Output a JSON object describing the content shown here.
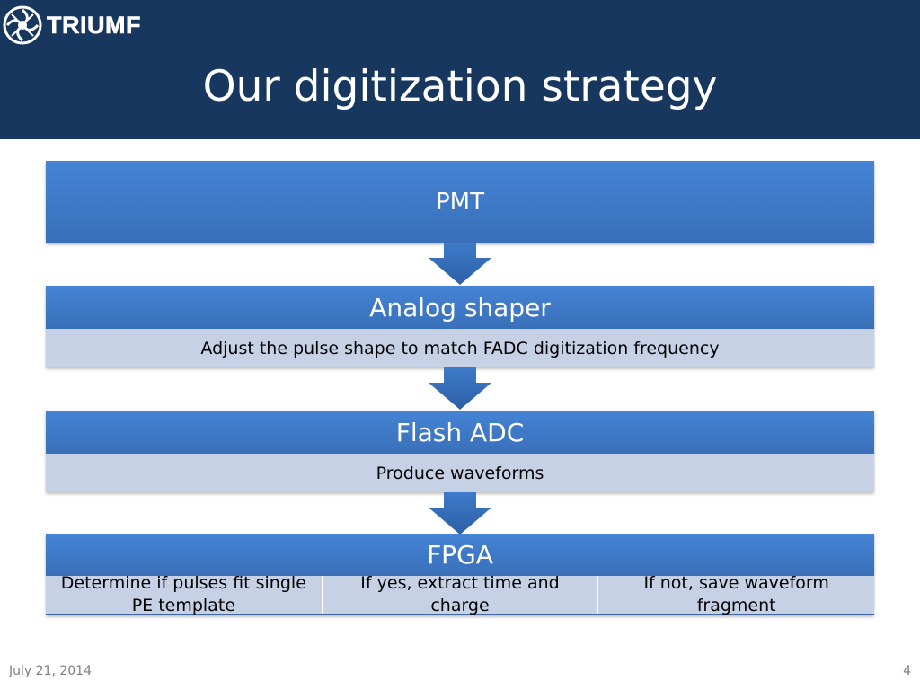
{
  "header": {
    "logo_text": "TRIUMF",
    "title": "Our digitization strategy"
  },
  "diagram": {
    "stages": [
      {
        "label": "PMT"
      },
      {
        "label": "Analog shaper",
        "detail": "Adjust the pulse shape to match FADC digitization frequency"
      },
      {
        "label": "Flash ADC",
        "detail": "Produce waveforms"
      },
      {
        "label": "FPGA",
        "details": [
          "Determine if pulses fit single PE template",
          "If yes, extract time and charge",
          "If not, save waveform fragment"
        ]
      }
    ]
  },
  "footer": {
    "date": "July 21, 2014",
    "page_number": "4"
  },
  "colors": {
    "header_bg": "#17375e",
    "stage_blue": "#3e78c5",
    "detail_bg": "#c7d1e6"
  }
}
